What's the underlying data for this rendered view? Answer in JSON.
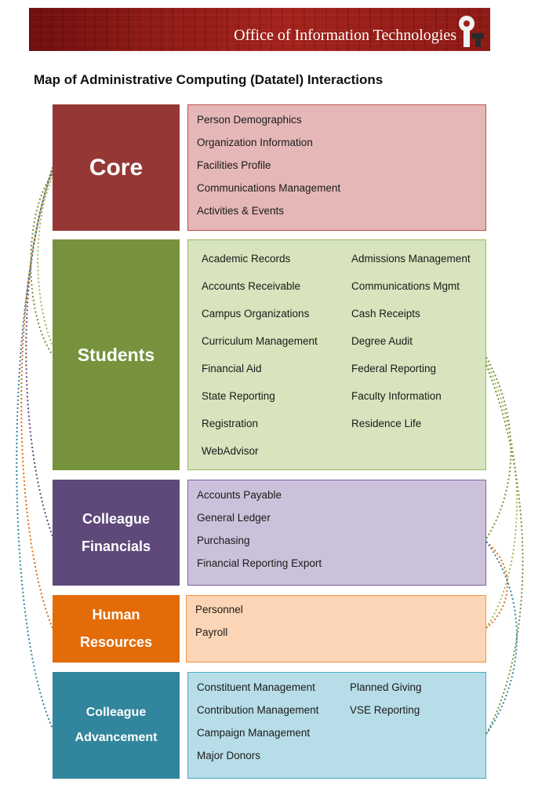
{
  "header": {
    "banner_title": "Office of Information Technologies",
    "logo_icon": "oit-logo-icon"
  },
  "title": "Map of Administrative Computing (Datatel) Interactions",
  "colors": {
    "core": "#953735",
    "core_light": "#e5b8b7",
    "students": "#76923c",
    "students_light": "#d7e4bd",
    "financials": "#5f497a",
    "financials_light": "#ccc1da",
    "hr": "#e36c09",
    "hr_light": "#fbd5b5",
    "advancement": "#31859c",
    "advancement_light": "#b7dde8",
    "banner": "#8e1a16"
  },
  "modules": {
    "core": {
      "label": "Core",
      "items": [
        "Person Demographics",
        "Organization Information",
        "Facilities Profile",
        "Communications Management",
        "Activities & Events"
      ]
    },
    "students": {
      "label": "Students",
      "items_col1": [
        "Academic Records",
        "Accounts Receivable",
        "Campus Organizations",
        "Curriculum Management",
        "Financial Aid",
        "State Reporting",
        "Registration",
        "WebAdvisor"
      ],
      "items_col2": [
        "Admissions Management",
        "Communications Mgmt",
        "Cash Receipts",
        "Degree Audit",
        "Federal Reporting",
        "Faculty Information",
        "Residence Life"
      ]
    },
    "financials": {
      "label_line1": "Colleague",
      "label_line2": "Financials",
      "items": [
        "Accounts Payable",
        "General Ledger",
        "Purchasing",
        "Financial Reporting Export"
      ]
    },
    "hr": {
      "label_line1": "Human",
      "label_line2": "Resources",
      "items": [
        "Personnel",
        "Payroll"
      ]
    },
    "advancement": {
      "label_line1": "Colleague",
      "label_line2": "Advancement",
      "items_col1": [
        "Constituent Management",
        "Contribution Management",
        "Campaign Management",
        "Major Donors"
      ],
      "items_col2": [
        "Planned Giving",
        "VSE Reporting"
      ]
    }
  }
}
